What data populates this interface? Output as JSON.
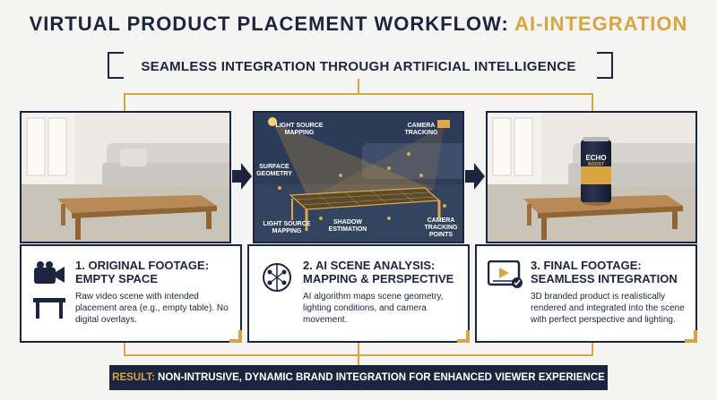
{
  "header": {
    "title_main": "VIRTUAL PRODUCT PLACEMENT WORKFLOW:",
    "title_accent": "AI-INTEGRATION",
    "subtitle": "SEAMLESS INTEGRATION THROUGH ARTIFICIAL INTELLIGENCE"
  },
  "colors": {
    "navy": "#1c2540",
    "gold": "#d9a441",
    "background": "#f4f4f2"
  },
  "panels": {
    "analysis_labels": {
      "light_source_top": [
        "LIGHT SOURCE",
        "MAPPING"
      ],
      "camera_tracking": [
        "CAMERA",
        "TRACKING"
      ],
      "surface_geometry": [
        "SURFACE",
        "GEOMETRY"
      ],
      "light_source_bottom": [
        "LIGHT SOURCE",
        "MAPPING"
      ],
      "shadow_estimation": [
        "SHADOW",
        "ESTIMATION"
      ],
      "camera_tracking_points": [
        "CAMERA",
        "TRACKING",
        "POINTS"
      ]
    },
    "can_label": [
      "ECHO",
      "BOOST"
    ]
  },
  "steps": [
    {
      "title": "1. ORIGINAL FOOTAGE: EMPTY SPACE",
      "body": "Raw video scene with intended placement area (e.g., empty table). No digital overlays.",
      "icons": [
        "video-camera-icon",
        "table-icon"
      ]
    },
    {
      "title": "2. AI SCENE ANALYSIS: MAPPING & PERSPECTIVE",
      "body": "AI algorithm maps scene geometry, lighting conditions, and camera movement.",
      "icons": [
        "ai-brain-icon"
      ]
    },
    {
      "title": "3. FINAL FOOTAGE: SEAMLESS INTEGRATION",
      "body": "3D branded product is realistically rendered and integrated into the scene with perfect perspective and lighting.",
      "icons": [
        "video-play-check-icon"
      ]
    }
  ],
  "result": {
    "label": "RESULT:",
    "text": "NON-INTRUSIVE, DYNAMIC BRAND INTEGRATION FOR ENHANCED VIEWER EXPERIENCE"
  }
}
